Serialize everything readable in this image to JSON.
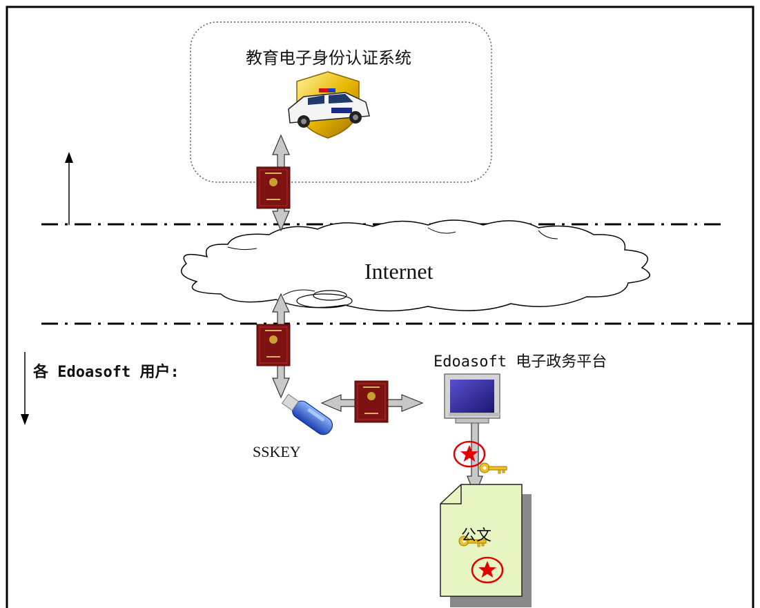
{
  "auth_system": {
    "title": "教育电子身份认证系统",
    "icon": "police-car-shield-icon"
  },
  "network": {
    "label": "Internet"
  },
  "users": {
    "label": "各 Edoasoft 用户:"
  },
  "platform": {
    "label": "Edoasoft 电子政务平台",
    "icon": "computer-monitor-icon"
  },
  "token": {
    "label": "SSKEY",
    "icon": "usb-key-icon"
  },
  "document": {
    "label": "公文",
    "icon": "document-icon"
  },
  "icons": [
    "passport-icon",
    "seal-stamp-icon",
    "key-icon"
  ],
  "colors": {
    "passport": "#8b1a1a",
    "seal": "#e00000",
    "key": "#e0b000",
    "document": "#e7f5c2",
    "arrow": "#c8c8c8"
  }
}
